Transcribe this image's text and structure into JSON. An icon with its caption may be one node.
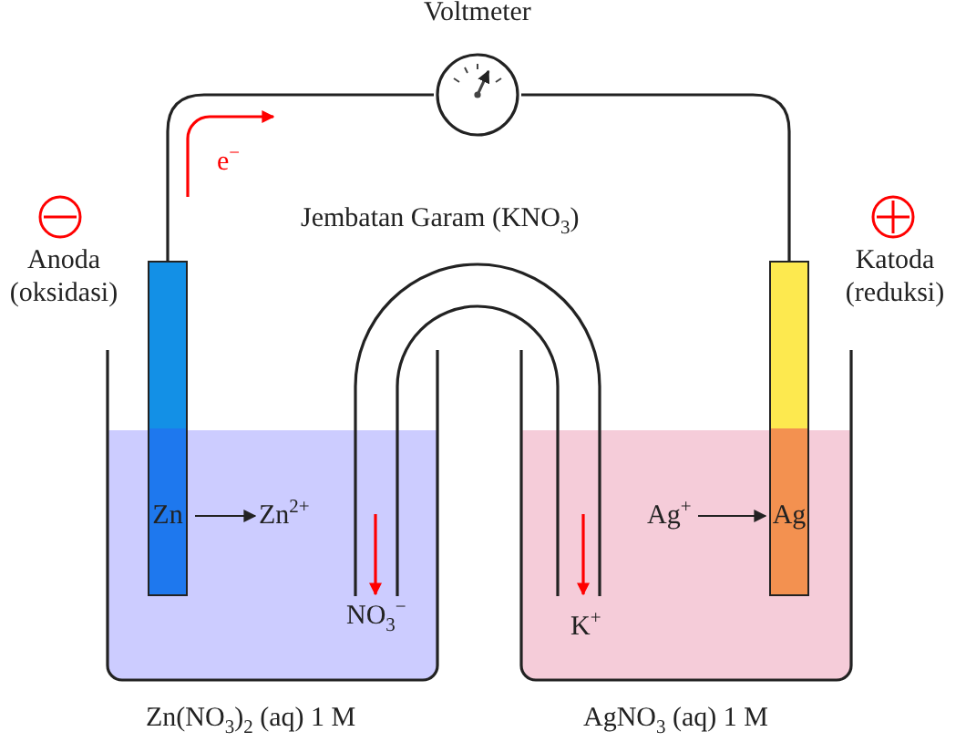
{
  "diagram": {
    "nodes": [
      {
        "text": [
          "Voltmeter"
        ]
      },
      {
        "text": [
          "Zn"
        ]
      },
      {
        "text": [
          "Zn$^{2+}$"
        ]
      },
      {
        "text": [
          "Ag$^{+}$"
        ]
      },
      {
        "text": [
          "Ag"
        ]
      }
    ],
    "edges": [
      {
        "from": 1,
        "to": 0,
        "arrow": "none"
      },
      {
        "from": 0,
        "to": 4,
        "arrow": "none"
      },
      {
        "from": 1,
        "to": 2,
        "arrow": "to"
      },
      {
        "from": 3,
        "to": 4,
        "arrow": "to"
      }
    ],
    "labels": [
      "e$^{−}$",
      "Jembatan Garam (KNO$_{3}$)",
      "Anoda (oksidasi)",
      "Katoda (reduksi)",
      "NO$_{3}$$^{−}$",
      "K$^{+}$",
      "Zn(NO$_{3}$)$_{2}$ (aq) 1 M",
      "AgNO$_{3}$ (aq) 1 M"
    ]
  }
}
